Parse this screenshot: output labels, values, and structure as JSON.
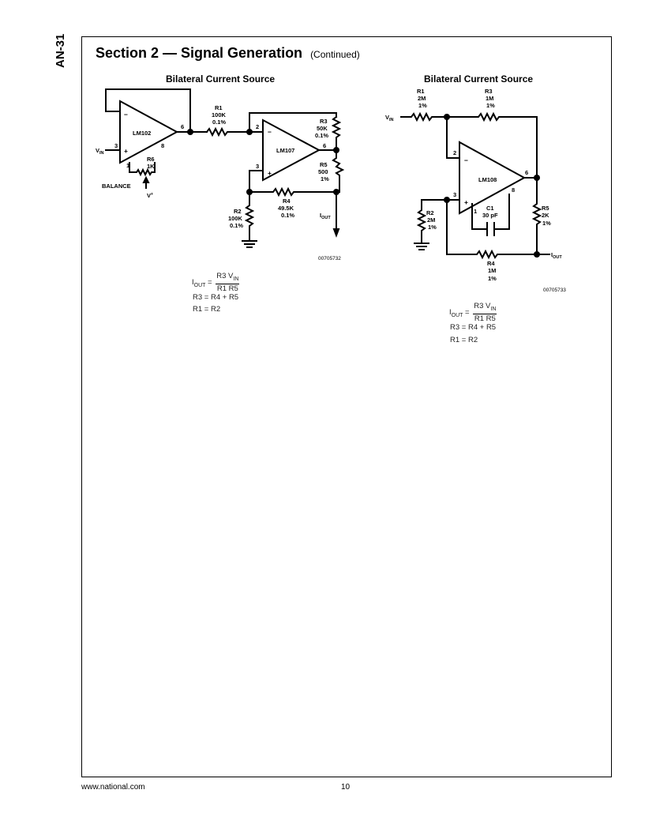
{
  "side_tag": "AN-31",
  "header": {
    "title": "Section 2 — Signal Generation",
    "continued": "(Continued)"
  },
  "fig1": {
    "title": "Bilateral Current Source",
    "id": "00705732",
    "eq": {
      "lhs_i": "I",
      "lhs_sub": "OUT",
      "num_r": "R3 V",
      "num_sub": "IN",
      "den": "R1 R5"
    },
    "eq2": "R3 = R4 + R5",
    "eq3": "R1 = R2",
    "labels": {
      "u1": "LM102",
      "u2": "LM107",
      "r1": [
        "R1",
        "100K",
        "0.1%"
      ],
      "r2": [
        "R2",
        "100K",
        "0.1%"
      ],
      "r3": [
        "R3",
        "50K",
        "0.1%"
      ],
      "r4": [
        "R4",
        "49.5K",
        "0.1%"
      ],
      "r5": [
        "R5",
        "500",
        "1%"
      ],
      "r6": [
        "R6",
        "1K"
      ],
      "vin": "V",
      "vin_sub": "IN",
      "vplus": "V",
      "balance": "BALANCE",
      "iout": "I",
      "iout_sub": "OUT",
      "minus": "−",
      "plus": "+",
      "p_u1_inv": "3",
      "p_u1_bal1": "1",
      "p_u1_bal8": "8",
      "p_u1_out": "6",
      "p_u2_inv": "2",
      "p_u2_noninv": "3",
      "p_u2_out": "6"
    }
  },
  "fig2": {
    "title": "Bilateral Current Source",
    "id": "00705733",
    "eq": {
      "lhs_i": "I",
      "lhs_sub": "OUT",
      "num_r": "R3 V",
      "num_sub": "IN",
      "den": "R1 R5"
    },
    "eq2": "R3 = R4 + R5",
    "eq3": "R1 = R2",
    "labels": {
      "u1": "LM108",
      "r1": [
        "R1",
        "2M",
        "1%"
      ],
      "r2": [
        "R2",
        "2M",
        "1%"
      ],
      "r3": [
        "R3",
        "1M",
        "1%"
      ],
      "r4": [
        "R4",
        "1M",
        "1%"
      ],
      "r5": [
        "R5",
        "2K",
        "1%"
      ],
      "c1": [
        "C1",
        "30 pF"
      ],
      "vin": "V",
      "vin_sub": "IN",
      "iout": "I",
      "iout_sub": "OUT",
      "minus": "−",
      "plus": "+",
      "p_inv": "2",
      "p_noninv": "3",
      "p_out": "6",
      "p_c1a": "1",
      "p_c1b": "8"
    }
  },
  "footer": {
    "website": "www.national.com",
    "page": "10"
  }
}
